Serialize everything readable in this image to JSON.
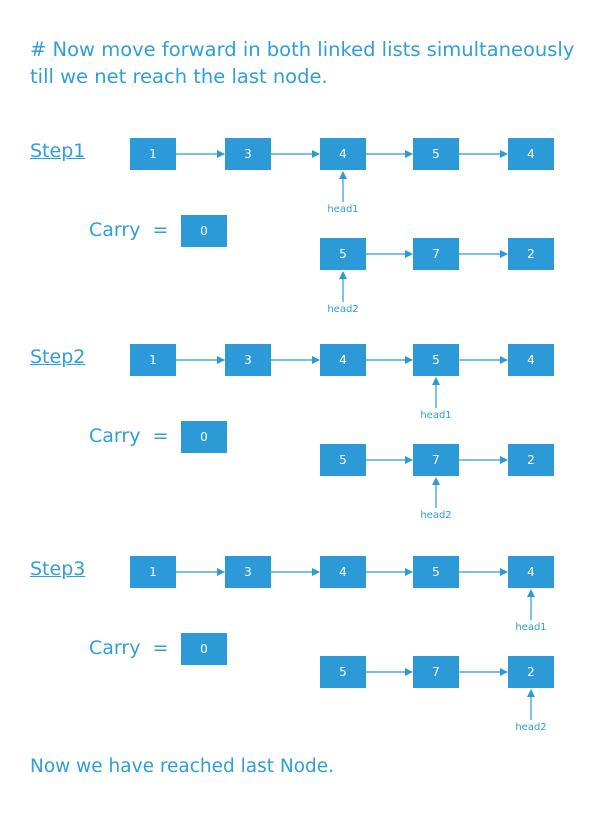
{
  "title": "# Now move forward in both linked lists simultaneously till we net reach the last node.",
  "footer": "Now we have reached last Node.",
  "carry_label": "Carry  =",
  "colors": {
    "node": "#2b9ad6",
    "text": "#2e9fd9",
    "arrow": "#2b9ad6"
  },
  "steps": [
    {
      "label": "Step1",
      "list1": [
        "1",
        "3",
        "4",
        "5",
        "4"
      ],
      "list2": [
        "5",
        "7",
        "2"
      ],
      "carry": "0",
      "head1": "head1",
      "head2": "head2",
      "head1_index": 2,
      "head2_index": 0
    },
    {
      "label": "Step2",
      "list1": [
        "1",
        "3",
        "4",
        "5",
        "4"
      ],
      "list2": [
        "5",
        "7",
        "2"
      ],
      "carry": "0",
      "head1": "head1",
      "head2": "head2",
      "head1_index": 3,
      "head2_index": 1
    },
    {
      "label": "Step3",
      "list1": [
        "1",
        "3",
        "4",
        "5",
        "4"
      ],
      "list2": [
        "5",
        "7",
        "2"
      ],
      "carry": "0",
      "head1": "head1",
      "head2": "head2",
      "head1_index": 4,
      "head2_index": 2
    }
  ]
}
